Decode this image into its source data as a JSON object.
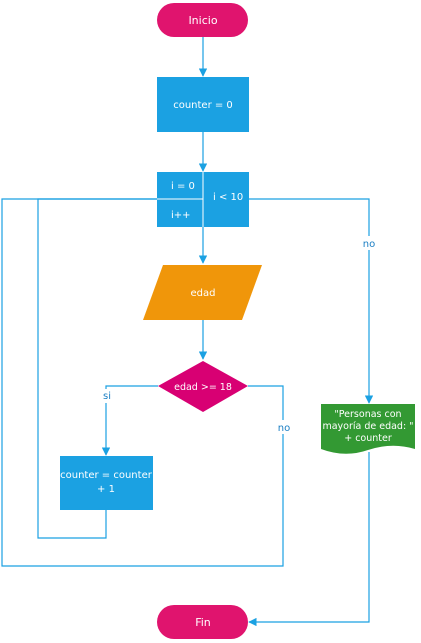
{
  "diagram": {
    "start": "Inicio",
    "assign_counter": "counter = 0",
    "loop": {
      "init": "i = 0",
      "condition": "i < 10",
      "increment": "i++"
    },
    "input": "edad",
    "decision": "edad >= 18",
    "yes_label": "si",
    "no_label_decision": "no",
    "no_label_loop": "no",
    "increment_counter": {
      "line1": "counter = counter",
      "line2": "+ 1"
    },
    "output": {
      "line1": "\"Personas con",
      "line2": "mayoría de edad: \"",
      "line3": "+ counter"
    },
    "end": "Fin"
  },
  "colors": {
    "terminal": "#e0146e",
    "process": "#1ba1e2",
    "io": "#f0960a",
    "decision": "#d80073",
    "output": "#339933",
    "connector": "#1ba1e2",
    "label_text": "#1b7fc4"
  }
}
